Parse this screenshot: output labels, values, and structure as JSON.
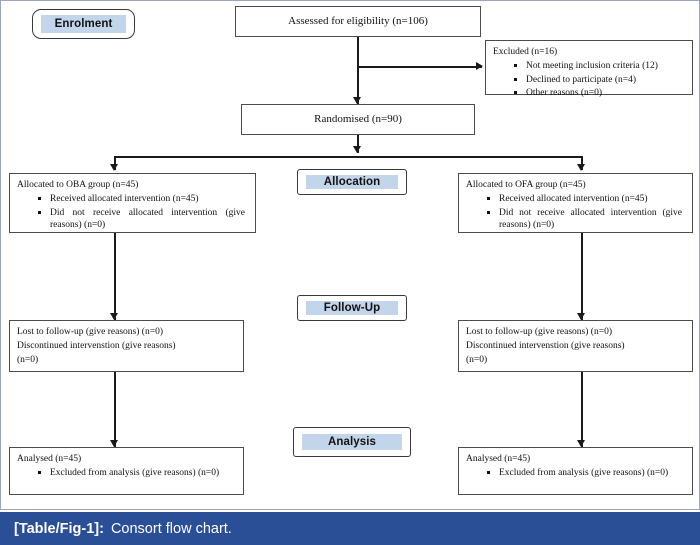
{
  "figure": {
    "caption_label": "[Table/Fig-1]:",
    "caption_text": "Consort flow chart.",
    "caption_bar_color": "#2b4f97",
    "pill_fill_color": "#c3d5ea",
    "box_border_color": "#4c4c4c"
  },
  "stages": [
    {
      "id": "enrolment",
      "label": "Enrolment"
    },
    {
      "id": "allocation",
      "label": "Allocation"
    },
    {
      "id": "followup",
      "label": "Follow-Up"
    },
    {
      "id": "analysis",
      "label": "Analysis"
    }
  ],
  "nodes": {
    "eligibility": {
      "text": "Assessed for eligibility (n=106)"
    },
    "excluded": {
      "head": "Excluded (n=16)",
      "items": [
        "Not meeting inclusion criteria (12)",
        "Declined to participate (n=4)",
        "Other reasons (n=0)"
      ]
    },
    "randomised": {
      "text": "Randomised (n=90)"
    },
    "allocated_left": {
      "head": "Allocated to OBA group (n=45)",
      "items": [
        "Received allocated intervention (n=45)",
        "Did not receive allocated intervention (give reasons) (n=0)"
      ]
    },
    "allocated_right": {
      "head": "Allocated to OFA group (n=45)",
      "items": [
        "Received allocated intervention (n=45)",
        "Did not receive allocated intervention (give reasons) (n=0)"
      ]
    },
    "followup_left": {
      "line1": "Lost to follow-up (give reasons) (n=0)",
      "line2": "Discontinued intervenstion (give reasons)",
      "line3": "(n=0)"
    },
    "followup_right": {
      "line1": "Lost to follow-up (give reasons) (n=0)",
      "line2": "Discontinued intervenstion (give reasons)",
      "line3": "(n=0)"
    },
    "analysed_left": {
      "head": "Analysed (n=45)",
      "items": [
        "Excluded from analysis (give reasons) (n=0)"
      ]
    },
    "analysed_right": {
      "head": "Analysed (n=45)",
      "items": [
        "Excluded from analysis (give reasons) (n=0)"
      ]
    }
  }
}
